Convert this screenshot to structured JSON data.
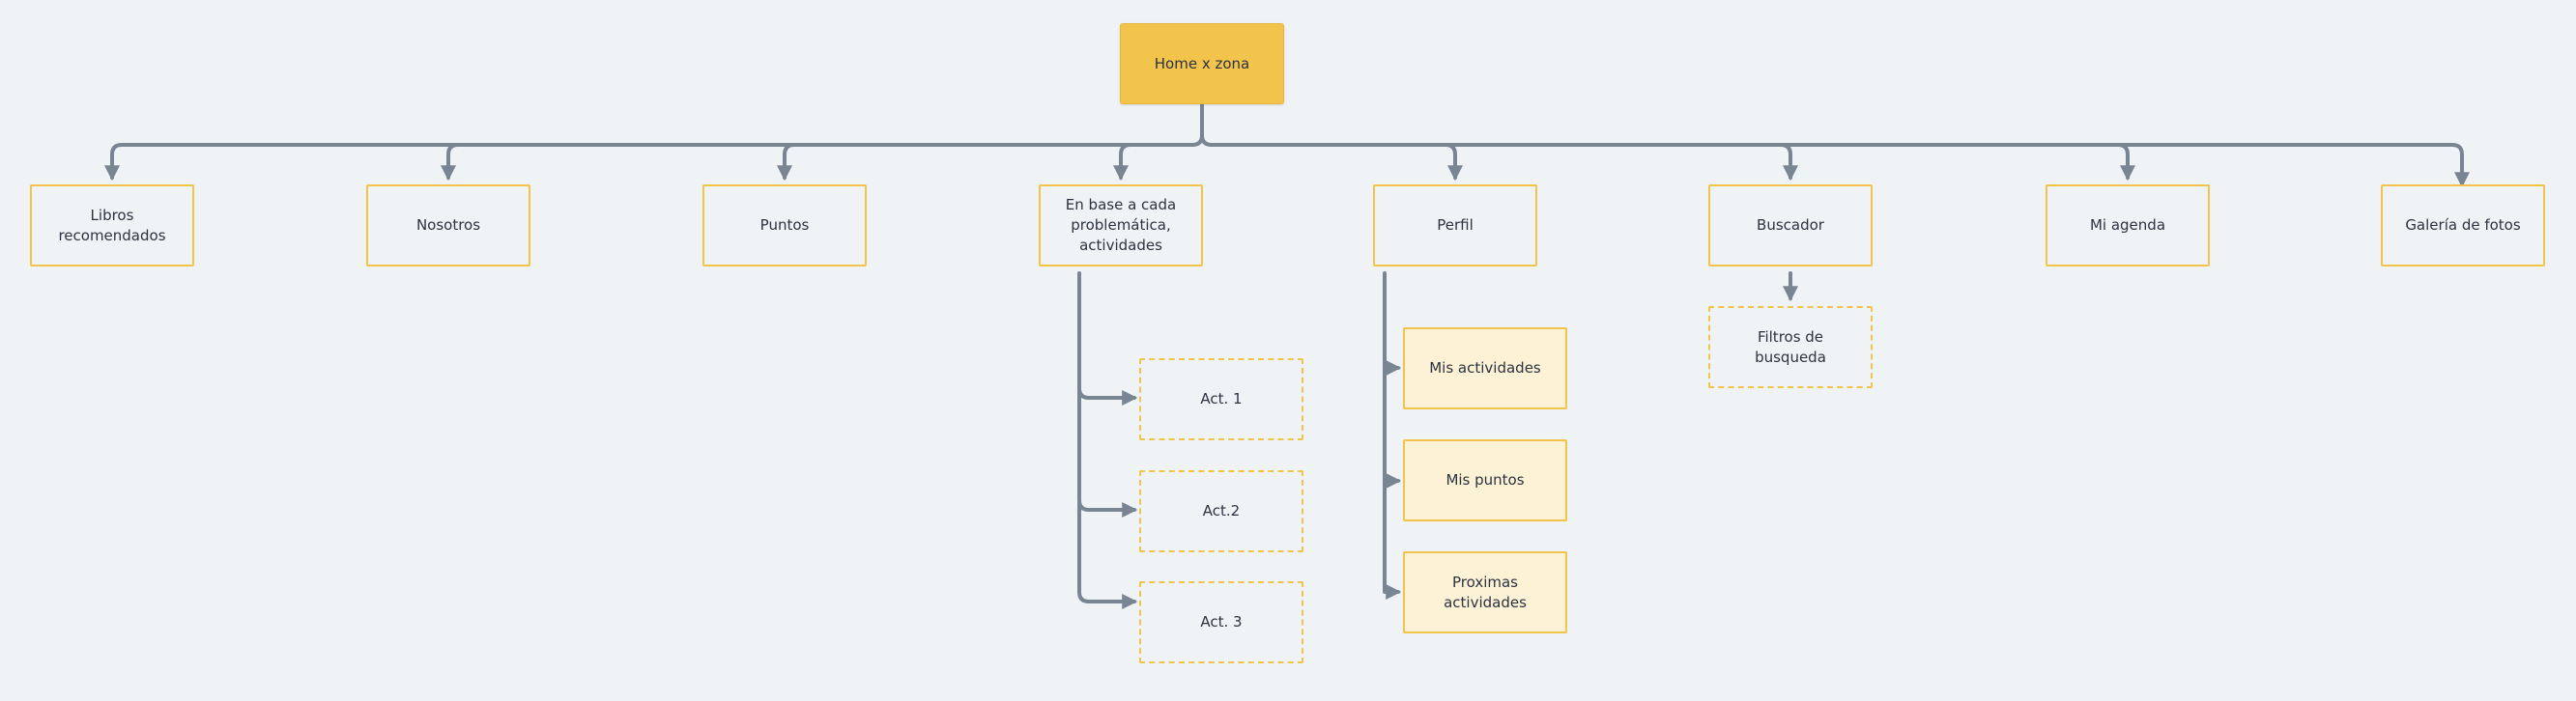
{
  "diagram": {
    "root": "Home x zona",
    "sections": [
      "Libros recomendados",
      "Nosotros",
      "Puntos",
      "En base a cada problemática, actividades",
      "Perfil",
      "Buscador",
      "Mi agenda",
      "Galería de fotos"
    ],
    "activities": [
      "Act. 1",
      "Act.2",
      "Act. 3"
    ],
    "profile": [
      "Mis actividades",
      "Mis puntos",
      "Proximas actividades"
    ],
    "search": [
      "Filtros de busqueda"
    ]
  },
  "colors": {
    "background": "#f0f3f6",
    "node_accent": "#f2c44b",
    "node_fill": "#fdf2d6",
    "connector": "#7a8594"
  }
}
